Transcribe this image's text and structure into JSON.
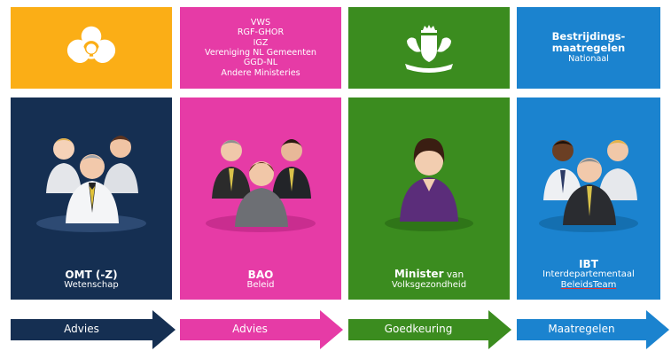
{
  "colors": {
    "omt": "#152f52",
    "bao": "#e63ba6",
    "minister": "#3b8c1f",
    "ibt": "#1b83cf",
    "omt_top": "#fbae16"
  },
  "top": {
    "omt_icon": "biohazard-icon",
    "bao_lines": [
      "VWS",
      "RGF-GHOR",
      "IGZ",
      "Vereniging NL Gemeenten",
      "GGD-NL",
      "Andere Ministeries"
    ],
    "minister_icon": "coat-of-arms-icon",
    "ibt_title": "Bestrijdings-\nmaatregelen",
    "ibt_sub": "Nationaal"
  },
  "panels": {
    "omt": {
      "title": "OMT (-Z)",
      "sub": "Wetenschap"
    },
    "bao": {
      "title": "BAO",
      "sub": "Beleid"
    },
    "minister": {
      "title_bold": "Minister",
      "title_rest": " van",
      "sub": "Volksgezondheid"
    },
    "ibt": {
      "title": "IBT",
      "sub1": "Interdepartementaal",
      "sub2": "BeleidsTeam"
    }
  },
  "arrows": [
    "Advies",
    "Advies",
    "Goedkeuring",
    "Maatregelen"
  ]
}
